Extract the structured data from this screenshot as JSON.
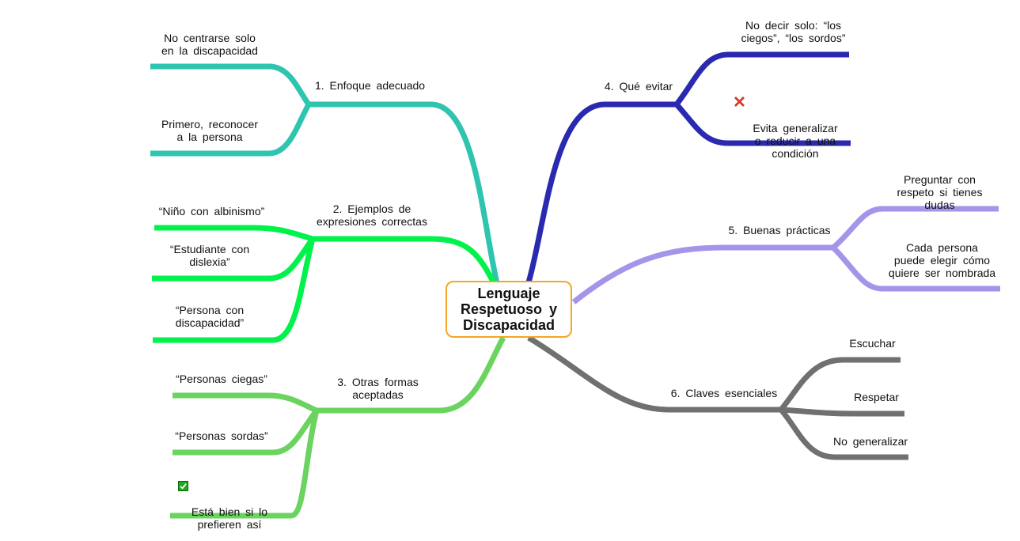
{
  "center": {
    "title": "Lenguaje\nRespetuoso  y\nDiscapacidad",
    "border_color": "#f5a623"
  },
  "branches": [
    {
      "label": "1. Enfoque adecuado",
      "color": "#2ec4b0",
      "children": [
        {
          "label": "No  centrarse  solo\nen  la  discapacidad"
        },
        {
          "label": "Primero,  reconocer\na  la  persona"
        }
      ]
    },
    {
      "label": "2.  Ejemplos  de\nexpresiones  correctas",
      "color": "#00f24b",
      "children": [
        {
          "label": "“Niño con albinismo”"
        },
        {
          "label": "“Estudiante  con\ndislexia”"
        },
        {
          "label": "“Persona  con\ndiscapacidad”"
        }
      ]
    },
    {
      "label": "3.  Otras  formas\naceptadas",
      "color": "#6bd35f",
      "children": [
        {
          "label": "“Personas ciegas”"
        },
        {
          "label": "“Personas sordas”"
        },
        {
          "label": "Está  bien  si  lo\nprefieren  así",
          "icon": "check-icon"
        }
      ]
    },
    {
      "label": "4. Qué evitar",
      "color": "#2a2ab0",
      "children": [
        {
          "label": "No  decir  solo:  “los\nciegos”,  “los  sordos”"
        },
        {
          "label": "Evita  generalizar\no  reducir  a  una\ncondición",
          "icon": "cross-icon"
        }
      ]
    },
    {
      "label": "5. Buenas prácticas",
      "color": "#a594ea",
      "children": [
        {
          "label": "Preguntar  con\nrespeto  si  tienes\ndudas"
        },
        {
          "label": "Cada  persona\npuede  elegir  cómo\nquiere  ser  nombrada"
        }
      ]
    },
    {
      "label": "6. Claves esenciales",
      "color": "#6e716f",
      "children": [
        {
          "label": "Escuchar"
        },
        {
          "label": "Respetar"
        },
        {
          "label": "No generalizar"
        }
      ]
    }
  ]
}
